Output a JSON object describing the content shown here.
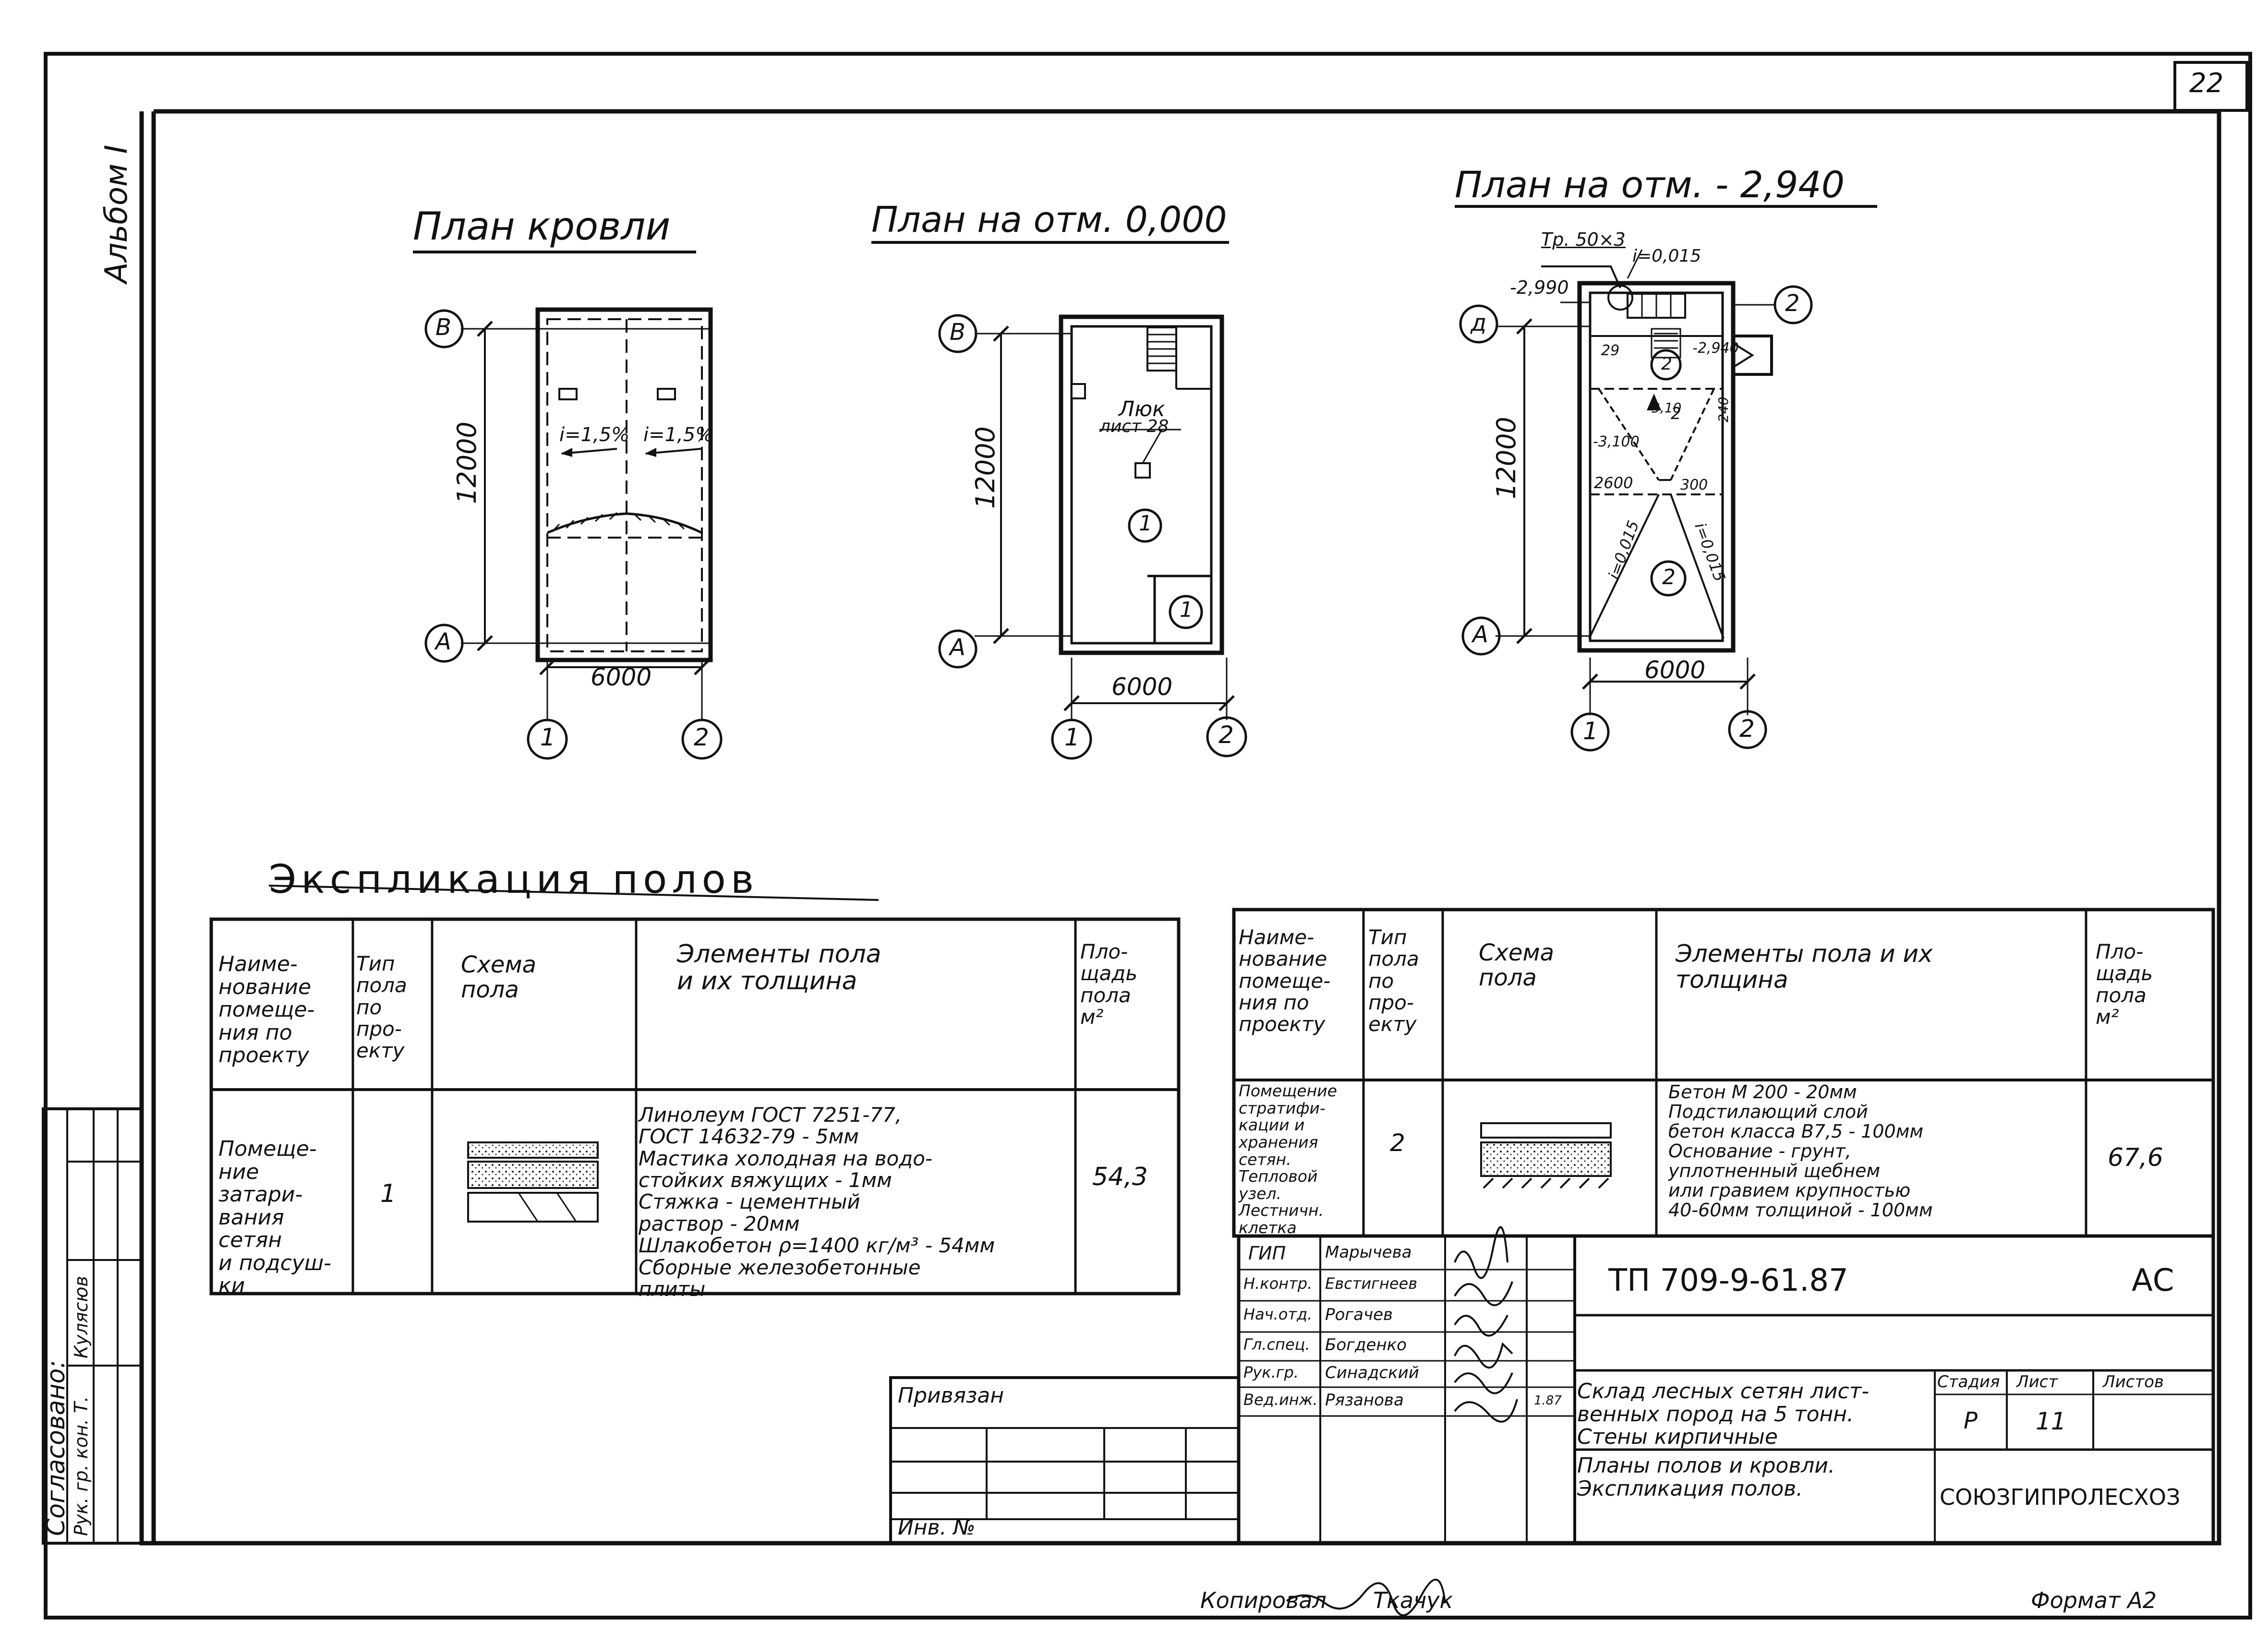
{
  "sheet": {
    "number": "22",
    "album": "Альбом I",
    "copied_by": "Копировал",
    "copied_signature": "Ткачук",
    "format": "Формат А2"
  },
  "side_stamp": {
    "title": "Согласовано:",
    "row1": "Рук. гр. кон. Т.",
    "row2": "Кулясюв"
  },
  "plans": [
    {
      "title": "План кровли",
      "axis_top": "В",
      "axis_bottom": "А",
      "axis_left": "1",
      "axis_right": "2",
      "dim_vertical": "12000",
      "dim_horizontal": "6000",
      "slope_left": "i=1,5%",
      "slope_right": "i=1,5%"
    },
    {
      "title": "План на отм. 0,000",
      "axis_top": "В",
      "axis_bottom": "А",
      "axis_left": "1",
      "axis_right": "2",
      "dim_vertical": "12000",
      "dim_horizontal": "6000",
      "hatch_label": "Люк",
      "hatch_ref": "лист 28",
      "room_main": "1",
      "room_small": "1"
    },
    {
      "title": "План на отм. - 2,940",
      "axis_top": "д",
      "axis_bottom": "А",
      "axis_left": "1",
      "axis_right": "2",
      "axis_side": "2",
      "dim_vertical": "12000",
      "dim_horizontal": "6000",
      "pipe": "Тр. 50×3",
      "level_1": "-2,990",
      "level_2": "-2,940",
      "level_3": "-3,100",
      "slope_top": "i=0,015",
      "slope_a": "i=0,015",
      "slope_b": "i=0,015",
      "dim_2600": "2600",
      "dim_300": "300",
      "mark_29": "29",
      "mark_2": "2",
      "mark_3": "3,10",
      "mark_240": "240",
      "room_mid": "2",
      "room_big": "2"
    }
  ],
  "explication": {
    "title": "Экспликация полов",
    "columns": [
      "Наиме-\nнование\nпомеще-\nния по\nпроекту",
      "Тип\nпола\nпо\nпро-\nекту",
      "Схема\nпола",
      "Элементы пола\nи их толщина",
      "Пло-\nщадь\nпола\nм²"
    ],
    "columns_right": [
      "Наиме-\nнование\nпомеще-\nния по\nпроекту",
      "Тип\nпола\nпо\nпро-\nекту",
      "Схема\nпола",
      "Элементы пола и их\nтолщина",
      "Пло-\nщадь\nпола\nм²"
    ],
    "rows": [
      {
        "room": "Помеще-\nние\nзатари-\nвания\nсетян\nи подсуш-\nки",
        "type": "1",
        "elements": "Линолеум ГОСТ 7251-77,\nГОСТ 14632-79 - 5мм\nМастика холодная на водо-\nстойких вяжущих - 1мм\nСтяжка - цементный\nраствор - 20мм\nШлакобетон ρ=1400 кг/м³ - 54мм\nСборные железобетонные\nплиты",
        "area": "54,3"
      },
      {
        "room": "Помещение\nстратифи-\nкации и\nхранения\nсетян.\nТепловой\nузел.\nЛестничн.\nклетка",
        "type": "2",
        "elements": "Бетон М 200 - 20мм\nПодстилающий слой\nбетон класса В7,5 - 100мм\nОснование - грунт,\nуплотненный щебнем\nили гравием крупностью\n40-60мм толщиной - 100мм",
        "area": "67,6"
      }
    ]
  },
  "title_block": {
    "code": "ТП 709-9-61.87",
    "mark": "АС",
    "bound": "Привязан",
    "inv": "Инв. №",
    "roles": [
      {
        "role": "ГИП",
        "name": "Марычева"
      },
      {
        "role": "Н.контр.",
        "name": "Евстигнеев"
      },
      {
        "role": "Нач.отд.",
        "name": "Рогачев"
      },
      {
        "role": "Гл.спец.",
        "name": "Богденко"
      },
      {
        "role": "Рук.гр.",
        "name": "Синадский"
      },
      {
        "role": "Вед.инж.",
        "name": "Рязанова"
      }
    ],
    "date": "1.87",
    "project": "Склад лесных сетян лист-\nвенных пород на 5 тонн.\nСтены кирпичные",
    "sheet_title": "Планы полов и кровли.\nЭкспликация полов.",
    "stage_label": "Стадия",
    "sheet_label": "Лист",
    "sheets_label": "Листов",
    "stage": "Р",
    "sheet_no": "11",
    "org": "СОЮЗГИПРОЛЕСХОЗ"
  }
}
